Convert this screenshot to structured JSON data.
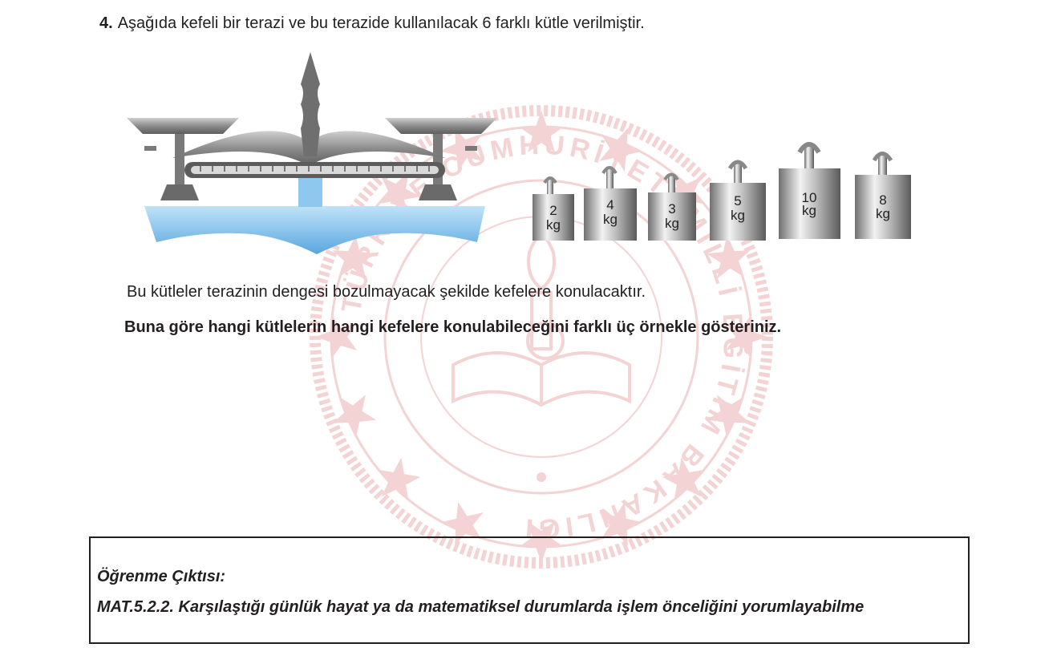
{
  "question": {
    "number": "4.",
    "text": "Aşağıda kefeli bir terazi ve bu terazide kullanılacak 6 farklı kütle verilmiştir."
  },
  "weights": [
    {
      "value": "2",
      "unit": "kg"
    },
    {
      "value": "4",
      "unit": "kg"
    },
    {
      "value": "3",
      "unit": "kg"
    },
    {
      "value": "5",
      "unit": "kg"
    },
    {
      "value": "10",
      "unit": "kg"
    },
    {
      "value": "8",
      "unit": "kg"
    }
  ],
  "body": {
    "line1": "Bu kütleler terazinin dengesi bozulmayacak şekilde kefelere konulacaktır.",
    "line2": "Buna göre hangi kütlelerin hangi kefelere konulabileceğini farklı üç örnekle gösteriniz."
  },
  "outcome": {
    "title": "Öğrenme Çıktısı:",
    "code_text": "MAT.5.2.2. Karşılaştığı günlük hayat ya da matematiksel durumlarda işlem önceliğini yorumlayabilme"
  },
  "watermark": {
    "text": "TÜRKİYE CUMHURİYETİ MİLLİ EĞİTİM BAKANLIĞI",
    "color": "#e8b4b4"
  }
}
